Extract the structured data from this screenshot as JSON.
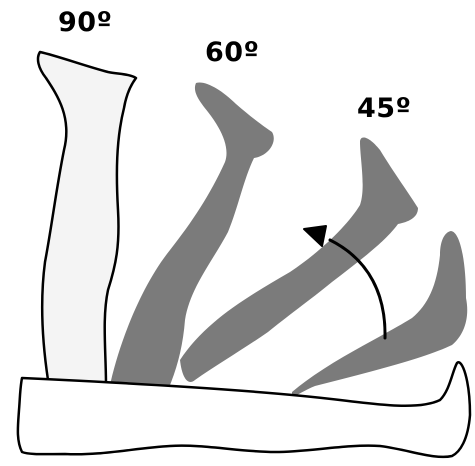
{
  "labels": {
    "angle_90": "90º",
    "angle_60": "60º",
    "angle_45": "45º"
  },
  "colors": {
    "raised_leg_fill": "#f4f4f4",
    "ghost_leg_fill": "#7b7b7b",
    "outline": "#000000",
    "surface_fill": "#ffffff"
  }
}
